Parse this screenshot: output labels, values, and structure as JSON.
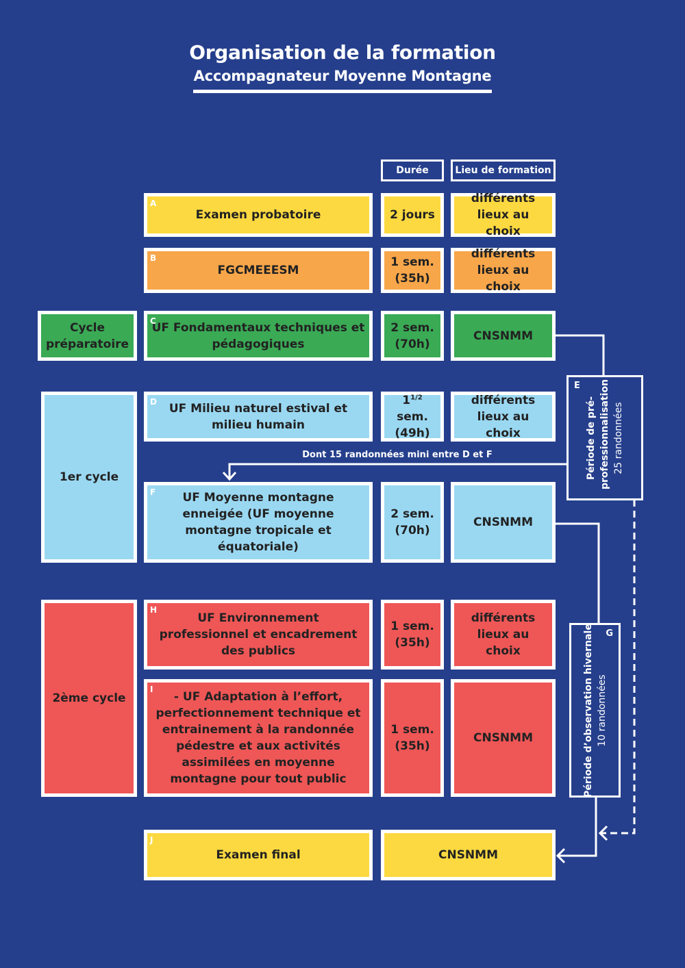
{
  "title": "Organisation de la formation",
  "subtitle": "Accompagnateur Moyenne Montagne",
  "headers": {
    "duree": "Durée",
    "lieu": "Lieu de formation"
  },
  "rows": {
    "A": {
      "letter": "A",
      "module": "Examen probatoire",
      "duree": "2 jours",
      "lieu": "différents lieux au choix"
    },
    "B": {
      "letter": "B",
      "module": "FGCMEEESM",
      "duree": "1 sem. (35h)",
      "lieu": "différents lieux au choix"
    },
    "C": {
      "letter": "C",
      "module": "UF Fondamentaux techniques et pédagogiques",
      "duree": "2 sem. (70h)",
      "lieu": "CNSNMM"
    },
    "D": {
      "letter": "D",
      "module": "UF Milieu naturel estival et milieu humain",
      "duree_int": "1",
      "duree_frac": "1/2",
      "duree_rest": " sem.",
      "duree_hours": "(49h)",
      "lieu": "différents lieux au choix"
    },
    "F": {
      "letter": "F",
      "module": "UF Moyenne montagne enneigée (UF moyenne montagne tropicale et équatoriale)",
      "duree": "2 sem. (70h)",
      "lieu": "CNSNMM"
    },
    "H": {
      "letter": "H",
      "module": "UF Environnement professionnel et encadrement des publics",
      "duree": "1 sem. (35h)",
      "lieu": "différents lieux au choix"
    },
    "I": {
      "letter": "I",
      "module": "- UF Adaptation à l’effort, perfectionnement technique et entrainement à la randonnée pédestre et aux activités assimilées en moyenne montagne pour tout public",
      "duree": "1 sem. (35h)",
      "lieu": "CNSNMM"
    },
    "J": {
      "letter": "J",
      "module": "Examen final",
      "lieu": "CNSNMM"
    }
  },
  "cycles": {
    "preparatoire": "Cycle préparatoire",
    "premier": "1er cycle",
    "deuxieme": "2ème cycle"
  },
  "periods": {
    "E": {
      "letter": "E",
      "title": "Période de pré-professionnalisation",
      "count": "25 randonnées"
    },
    "G": {
      "letter": "G",
      "title": "Période d’observation hivernale",
      "count": "10 randonnées"
    }
  },
  "note": "Dont 15 randonnées mini entre D et F",
  "colors": {
    "background": "#253f8c",
    "yellow": "#fcd940",
    "orange": "#f7a64a",
    "green": "#3aaa55",
    "blue": "#9ad8f2",
    "red": "#ef5656"
  }
}
